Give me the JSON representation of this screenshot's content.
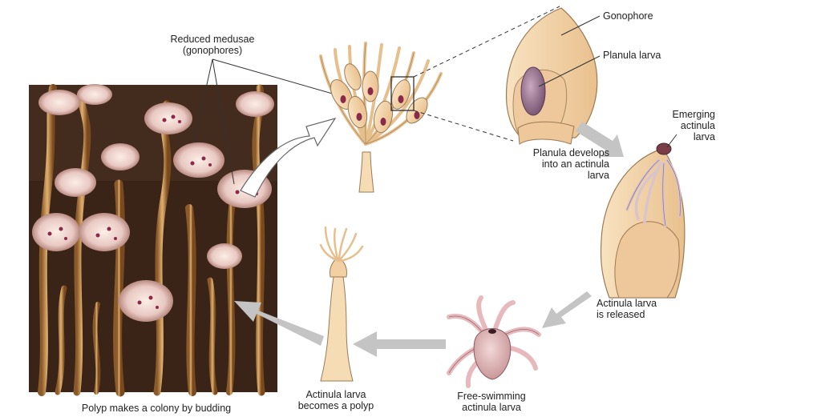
{
  "labels": {
    "reduced_medusae_line1": "Reduced medusae",
    "reduced_medusae_line2": "(gonophores)",
    "gonophore": "Gonophore",
    "planula_larva": "Planula larva",
    "planula_develops_line1": "Planula develops",
    "planula_develops_line2": "into an actinula",
    "planula_develops_line3": "larva",
    "emerging_line1": "Emerging",
    "emerging_line2": "actinula",
    "emerging_line3": "larva",
    "released_line1": "Actinula larva",
    "released_line2": "is released",
    "free_swimming_line1": "Free-swimming",
    "free_swimming_line2": "actinula larva",
    "becomes_polyp_line1": "Actinula larva",
    "becomes_polyp_line2": "becomes a polyp",
    "colony_caption": "Polyp makes a colony by budding"
  },
  "colors": {
    "tissue": "#f6dcb4",
    "tissue_dark": "#e6bf8c",
    "outline": "#9c7a55",
    "larva": "#8e6e8a",
    "spot": "#8a2a4a",
    "arrow_gray": "#c4c4c4",
    "photo_bg": "#3a2418"
  }
}
